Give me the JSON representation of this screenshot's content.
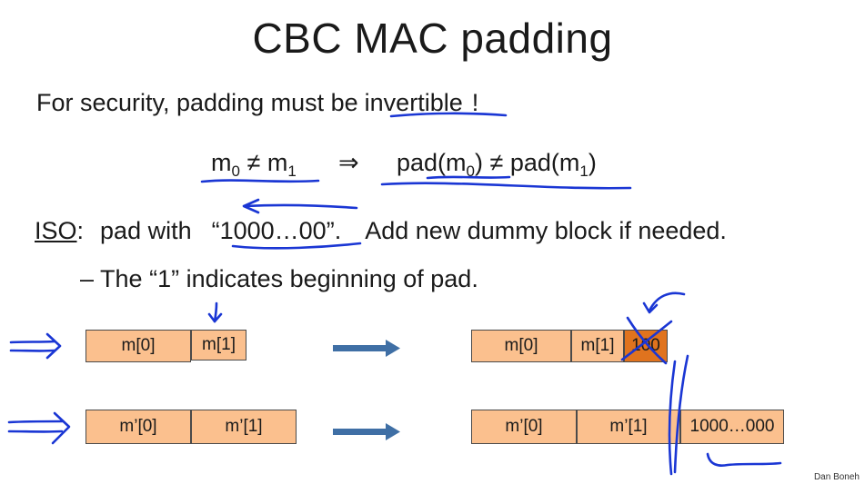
{
  "slide": {
    "title": "CBC MAC padding",
    "line1": {
      "prefix": "For security, padding must be",
      "emphasis": "invertible",
      "suffix": "!"
    },
    "equation": {
      "m0": "m",
      "m0_sub": "0",
      "neq": "≠",
      "m1": "m",
      "m1_sub": "1",
      "implies": "⇒",
      "pad_m0_open": "pad(m",
      "pad_m0_sub": "0",
      "pad_m0_close": ")",
      "neq2": "≠",
      "pad_m1_open": "pad(m",
      "pad_m1_sub": "1",
      "pad_m1_close": ")"
    },
    "iso": {
      "label": "ISO",
      "colon": ":",
      "text": "pad with",
      "code": "“1000…00”.",
      "tail": "Add new dummy block if needed."
    },
    "bullet": {
      "dash": "–",
      "text": "The “1” indicates beginning of pad."
    },
    "diagram": {
      "row1_before": [
        "m[0]",
        "m[1]"
      ],
      "row1_after": [
        "m[0]",
        "m[1]",
        "100"
      ],
      "row2_before": [
        "m’[0]",
        "m’[1]"
      ],
      "row2_after": [
        "m’[0]",
        "m’[1]",
        "1000…000"
      ]
    },
    "credit": "Dan Boneh",
    "colors": {
      "block_fill": "#fbc08e",
      "highlight_fill": "#e0731e",
      "flow_arrow": "#3f6fa5",
      "ink": "#1a36d4"
    }
  }
}
